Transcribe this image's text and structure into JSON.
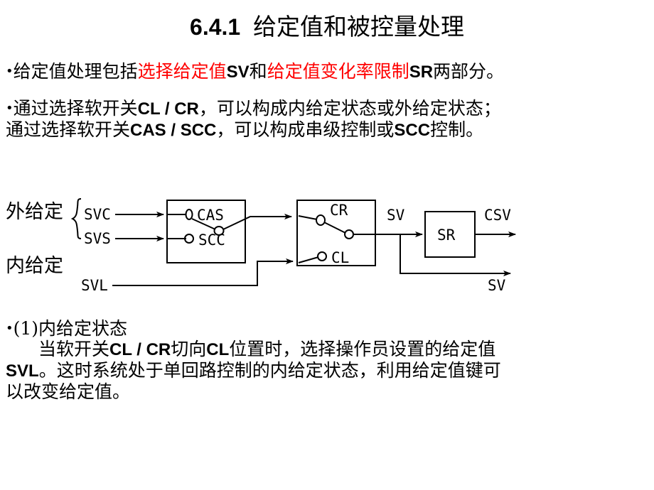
{
  "slide": {
    "title": {
      "number": "6.4.1",
      "heading": "给定值和被控量处理"
    },
    "bullets": [
      {
        "marker": "•",
        "segments": [
          {
            "text": "给定值处理包括",
            "color": "#000000",
            "script": "cn"
          },
          {
            "text": "选择给定值",
            "color": "#ff0000",
            "script": "cn"
          },
          {
            "text": "SV",
            "color": "#000000",
            "script": "latin"
          },
          {
            "text": "和",
            "color": "#000000",
            "script": "cn"
          },
          {
            "text": "给定值变化率限制",
            "color": "#ff0000",
            "script": "cn"
          },
          {
            "text": "SR",
            "color": "#000000",
            "script": "latin"
          },
          {
            "text": "两部分。",
            "color": "#000000",
            "script": "cn"
          }
        ],
        "plain": "给定值处理包括选择给定值SV和给定值变化率限制SR两部分。"
      },
      {
        "marker": "•",
        "line1": "通过选择软开关CL／CR，可以构成内给定状态或外给定状态；",
        "line2": "通过选择软开关CAS／SCC，可以构成串级控制或SCC控制。",
        "line1_parts": {
          "a": "通过选择软开关",
          "b": "CL / CR",
          "c": "，可以构成内给定状态或外给定状态；"
        },
        "line2_parts": {
          "a": "通过选择软开关",
          "b": "CAS / SCC",
          "c": "，可以构成串级控制或",
          "d": "SCC",
          "e": "控制。"
        }
      },
      {
        "marker": "•",
        "heading": "(1)内给定状态",
        "p_line1_a": "当软开关",
        "p_line1_b": "CL / CR",
        "p_line1_c": "切向",
        "p_line1_d": "CL",
        "p_line1_e": "位置时，选择操作员设置的给定值",
        "p_line2_a": "SVL",
        "p_line2_b": "。这时系统处于单回路控制的内给定状态，利用给定值键可",
        "p_line3": "以改变给定值。",
        "plain": "(1)内给定状态 当软开关CL／CR切向CL位置时，选择操作员设置的给定值SVL。这时系统处于单回路控制的内给定状态，利用给定值键可以改变给定值。"
      }
    ],
    "diagram": {
      "group_labels": {
        "external": "外给定",
        "internal": "内给定"
      },
      "inputs": [
        {
          "name": "SVC",
          "target": "CAS"
        },
        {
          "name": "SVS",
          "target": "SCC"
        },
        {
          "name": "SVL",
          "target": "CL"
        }
      ],
      "blocks": [
        {
          "id": "switch1",
          "contacts": [
            "CAS",
            "SCC"
          ]
        },
        {
          "id": "switch2",
          "contacts": [
            "CR",
            "CL"
          ]
        },
        {
          "id": "sr",
          "label": "SR"
        }
      ],
      "signals": [
        {
          "name": "SV",
          "position": "switch2-output"
        },
        {
          "name": "CSV",
          "position": "sr-output"
        },
        {
          "name": "SV",
          "position": "branch-output"
        }
      ],
      "stroke": "#000000"
    }
  }
}
